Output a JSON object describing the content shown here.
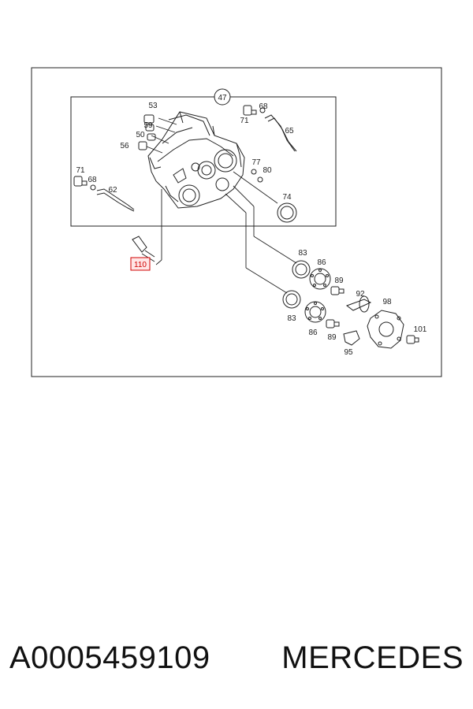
{
  "callouts": {
    "c47": "47",
    "c53": "53",
    "c59": "59",
    "c50": "50",
    "c56": "56",
    "c71a": "71",
    "c68a": "68",
    "c65": "65",
    "c71b": "71",
    "c68b": "68",
    "c62": "62",
    "c77": "77",
    "c80": "80",
    "c74": "74",
    "c83a": "83",
    "c86a": "86",
    "c89a": "89",
    "c92": "92",
    "c98": "98",
    "c83b": "83",
    "c86b": "86",
    "c89b": "89",
    "c101": "101",
    "c95": "95",
    "c110": "110"
  },
  "caption": {
    "part_number": "A0005459109",
    "brand": "MERCEDES"
  },
  "colors": {
    "line": "#222222",
    "highlight": "#d00000",
    "highlight_fill": "#ffe6e6"
  }
}
